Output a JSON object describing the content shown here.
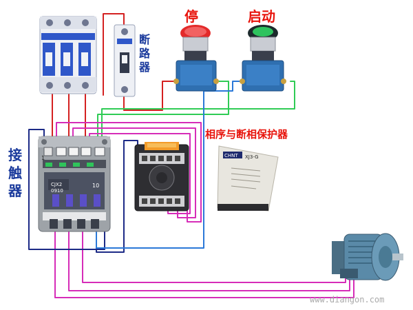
{
  "labels": {
    "stop_button": "停",
    "start_button": "启动",
    "breaker": "断路器",
    "contactor": "接触器",
    "protector": "相序与断相保护器"
  },
  "component_text": {
    "contactor_model": "CJX2",
    "contactor_rating": "0910",
    "contactor_top_number": "1",
    "contactor_face_number": "10",
    "protector_model": "XJ3-G",
    "protector_brand": "CHNT"
  },
  "watermark": "www.diangon.com",
  "colors": {
    "red_wire": "#d42020",
    "magenta_wire": "#d62cb8",
    "green_wire": "#2fcb55",
    "blue_wire": "#2a78d8",
    "navy_wire": "#1c2a86",
    "label_red": "#e8140c",
    "label_blue": "#1a3a9c"
  }
}
